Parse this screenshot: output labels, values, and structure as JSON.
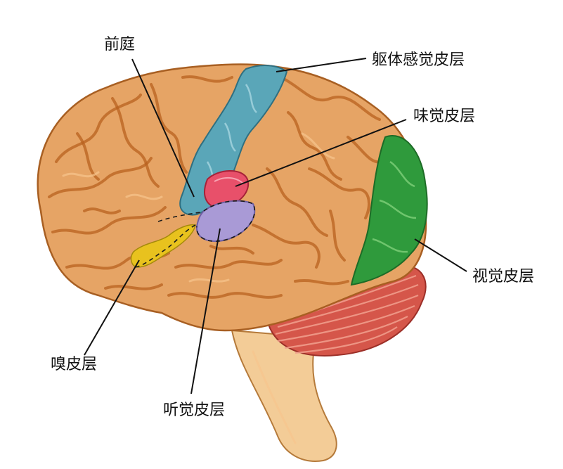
{
  "labels": {
    "vestibular": "前庭",
    "somatosensory": "躯体感觉皮层",
    "gustatory": "味觉皮层",
    "visual": "视觉皮层",
    "olfactory": "嗅皮层",
    "auditory": "听觉皮层"
  },
  "colors": {
    "cortex": "#e6a465",
    "cortex_shadow": "#c77a35",
    "somatosensory": "#5aa6b8",
    "gustatory": "#e8506a",
    "auditory": "#a99ad6",
    "olfactory": "#e8c21e",
    "visual": "#2f9a3c",
    "cerebellum": "#d5564a",
    "brainstem": "#f3cc97"
  }
}
